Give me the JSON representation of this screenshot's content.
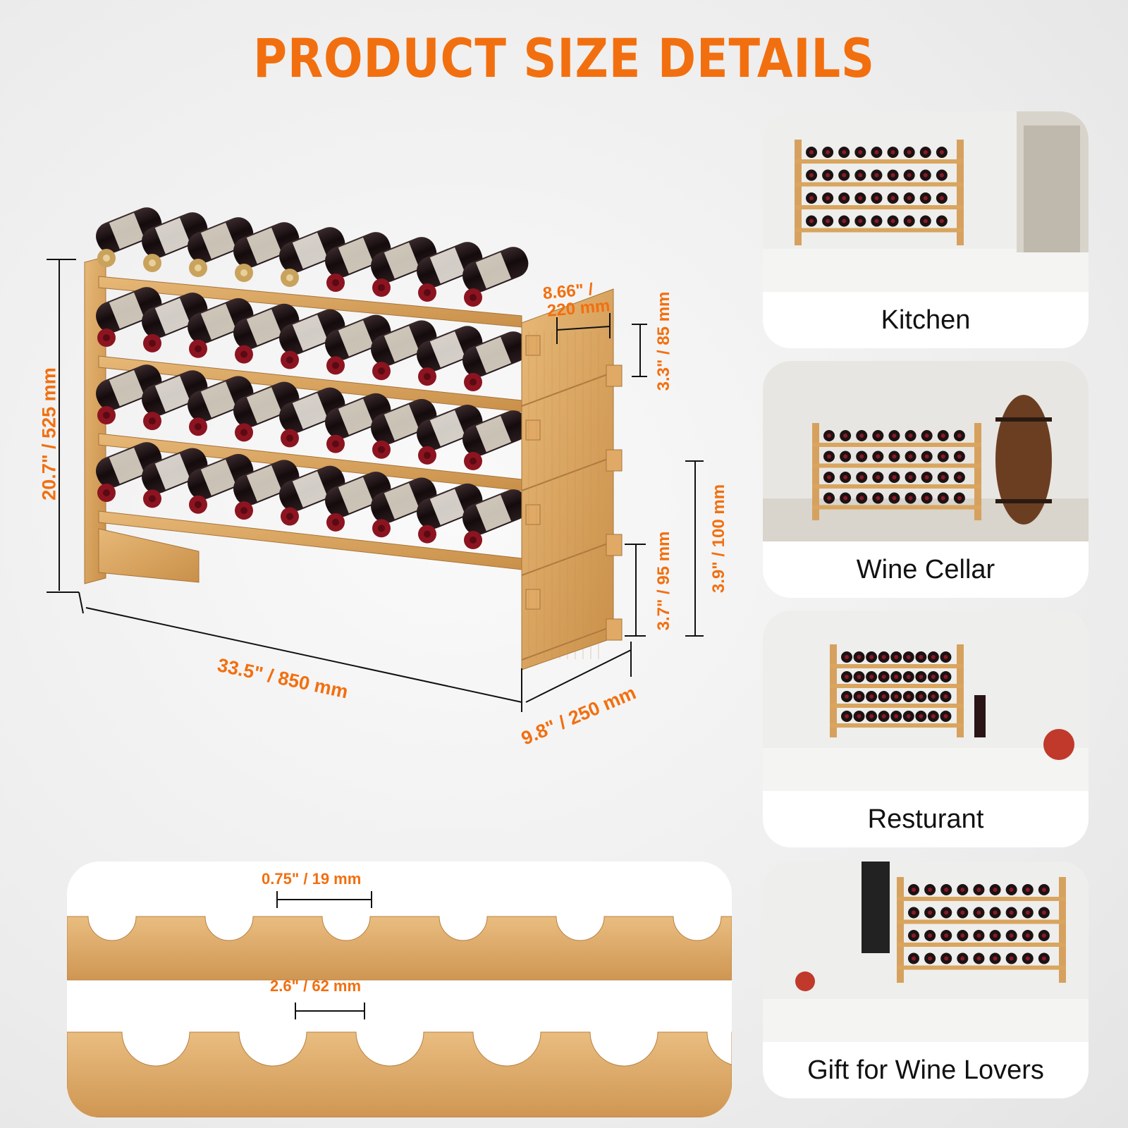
{
  "page": {
    "title": "PRODUCT SIZE DETAILS",
    "accent_color": "#f26f0f",
    "wood_color": "#d9a55f",
    "bottle_color": "#1a1012",
    "cap_color": "#8c1420"
  },
  "dimensions": {
    "height": "20.7\" / 525 mm",
    "width": "33.5\" / 850 mm",
    "depth": "9.8\" / 250 mm",
    "top_depth_line1": "8.66\" /",
    "top_depth_line2": "220 mm",
    "shelf_gap": "3.3\" / 85 mm",
    "bottom_gap": "3.7\" / 95 mm",
    "side_height": "3.9\" / 100 mm"
  },
  "slats": {
    "upper_label": "0.75\" / 19 mm",
    "lower_label": "2.6\" / 62 mm"
  },
  "scenes": [
    {
      "icon": "kitchen-photo",
      "caption": "Kitchen"
    },
    {
      "icon": "wine-cellar-photo",
      "caption": "Wine  Cellar"
    },
    {
      "icon": "restaurant-photo",
      "caption": "Resturant"
    },
    {
      "icon": "gift-photo",
      "caption": "Gift for Wine Lovers"
    }
  ]
}
